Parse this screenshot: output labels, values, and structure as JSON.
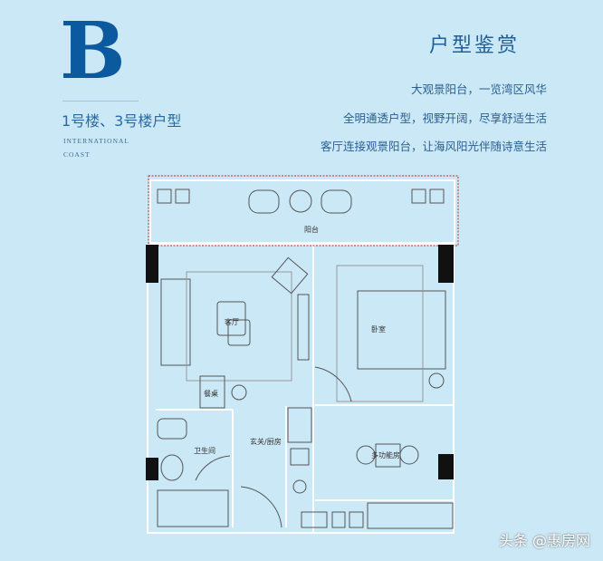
{
  "header": {
    "unit_letter": "B",
    "subtitle": "1号楼、3号楼户型",
    "english_line1": "INTERNATIONAL",
    "english_line2": "COAST",
    "heading": "户型鉴赏",
    "features": [
      "大观景阳台，一览湾区风华",
      "全明通透户型，视野开阔，尽享舒适生活",
      "客厅连接观景阳台，让海风阳光伴随诗意生活"
    ]
  },
  "floorplan": {
    "rooms": {
      "balcony": "阳台",
      "living_room": "客厅",
      "bedroom": "卧室",
      "dining_table": "餐桌",
      "bathroom": "卫生间",
      "entry_kitchen": "玄关/厨房",
      "multi_function_room": "多功能房"
    },
    "wall_color": "#ffffff",
    "balcony_outline_color": "#c0504d"
  },
  "watermark": "头条 @惠房网"
}
